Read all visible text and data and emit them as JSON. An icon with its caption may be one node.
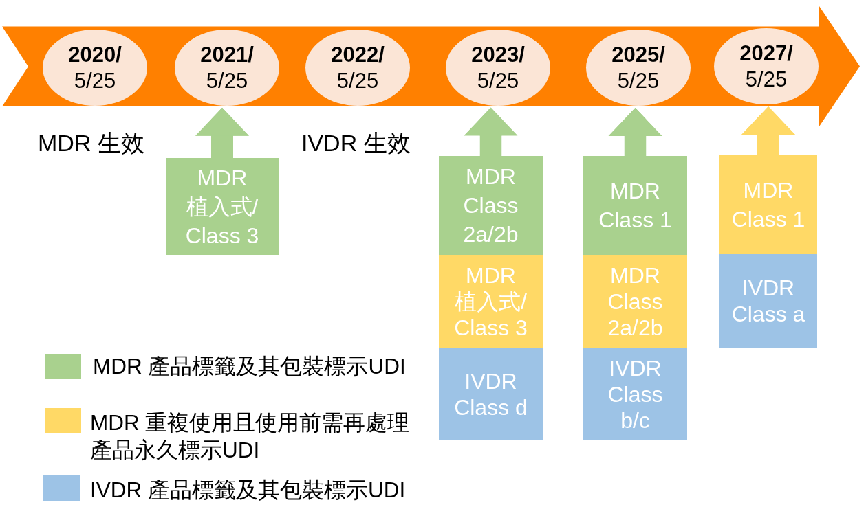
{
  "diagram": {
    "nodes": [
      {
        "text": [],
        "shape": "arrow"
      },
      {
        "text": [
          "2020/",
          "5/25"
        ],
        "in": 0,
        "beside": [
          "MDR 生效"
        ]
      },
      {
        "text": [
          "2021/",
          "5/25"
        ],
        "in": 0
      },
      {
        "text": [
          "2022/",
          "5/25"
        ],
        "in": 0,
        "beside": [
          "IVDR 生效"
        ]
      },
      {
        "text": [
          "2023/",
          "5/25"
        ],
        "in": 0
      },
      {
        "text": [
          "2025/",
          "5/25"
        ],
        "in": 0
      },
      {
        "text": [
          "2027/",
          "5/25"
        ],
        "in": 0
      },
      {
        "text": [
          "MDR 植入式/ Class 3"
        ]
      },
      {
        "text": [
          "MDR Class 2a/2b"
        ]
      },
      {
        "text": [
          "MDR 植入式/ Class 3"
        ]
      },
      {
        "text": [
          "IVDR Class d"
        ]
      },
      {
        "text": [
          "MDR Class 1"
        ]
      },
      {
        "text": [
          "MDR Class 2a/2b"
        ]
      },
      {
        "text": [
          "IVDR Class b/c"
        ]
      },
      {
        "text": [
          "MDR Class 1"
        ]
      },
      {
        "text": [
          "IVDR Class a"
        ]
      }
    ],
    "edges": [
      {
        "from": 7,
        "to": 2,
        "arrow": "to"
      },
      {
        "from": 8,
        "to": 4,
        "arrow": "to"
      },
      {
        "from": 11,
        "to": 5,
        "arrow": "to"
      },
      {
        "from": 14,
        "to": 6,
        "arrow": "to",
        "color": "#ffd966"
      }
    ],
    "legend": [
      {
        "text": "MDR 產品標籤及其包裝標示UDI",
        "color": "#a9d18e"
      },
      {
        "text": "MDR 重複使用且使用前需再處理產品永久標示UDI",
        "color": "#ffd966"
      },
      {
        "text": "IVDR 產品標籤及其包裝標示UDI",
        "color": "#9dc3e6"
      }
    ]
  }
}
